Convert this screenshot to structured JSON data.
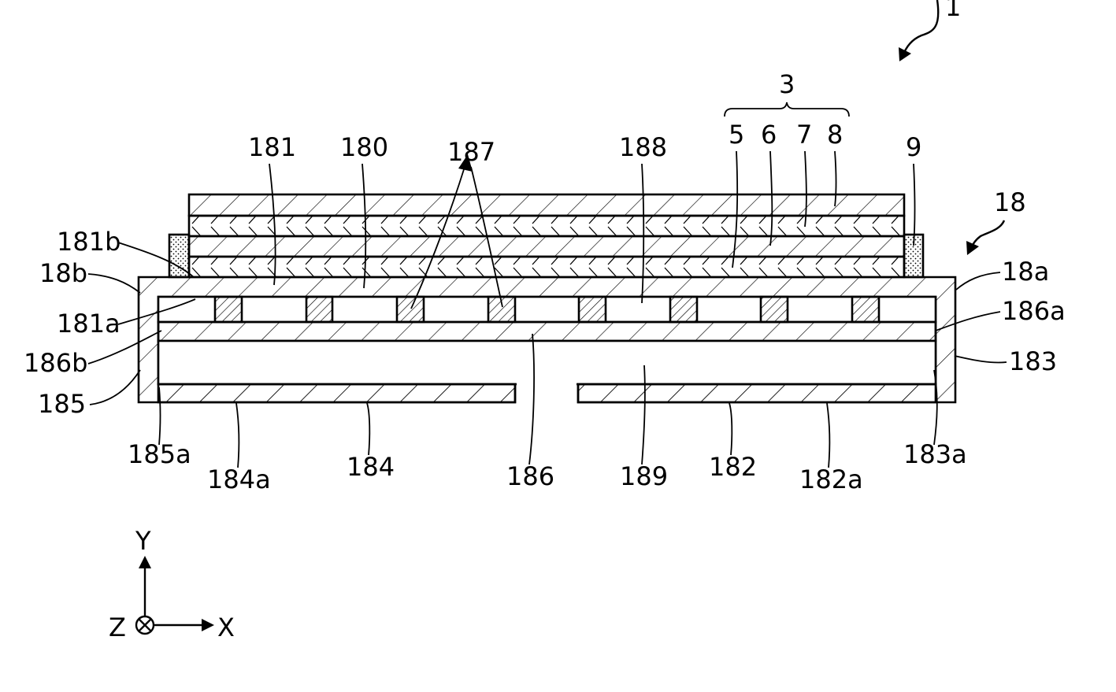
{
  "figure_ref": "1",
  "assembly_ref": "18",
  "group_label": "3",
  "labels": {
    "l5": "5",
    "l6": "6",
    "l7": "7",
    "l8": "8",
    "l9": "9",
    "l181": "181",
    "l180": "180",
    "l187": "187",
    "l188": "188",
    "l181b": "181b",
    "l18b": "18b",
    "l181a": "181a",
    "l186b": "186b",
    "l185": "185",
    "l185a": "185a",
    "l184a": "184a",
    "l184": "184",
    "l186": "186",
    "l189": "189",
    "l182": "182",
    "l182a": "182a",
    "l183a": "183a",
    "l183": "183",
    "l186a": "186a",
    "l18a": "18a"
  },
  "axes": {
    "y": "Y",
    "x": "X",
    "z": "Z"
  }
}
